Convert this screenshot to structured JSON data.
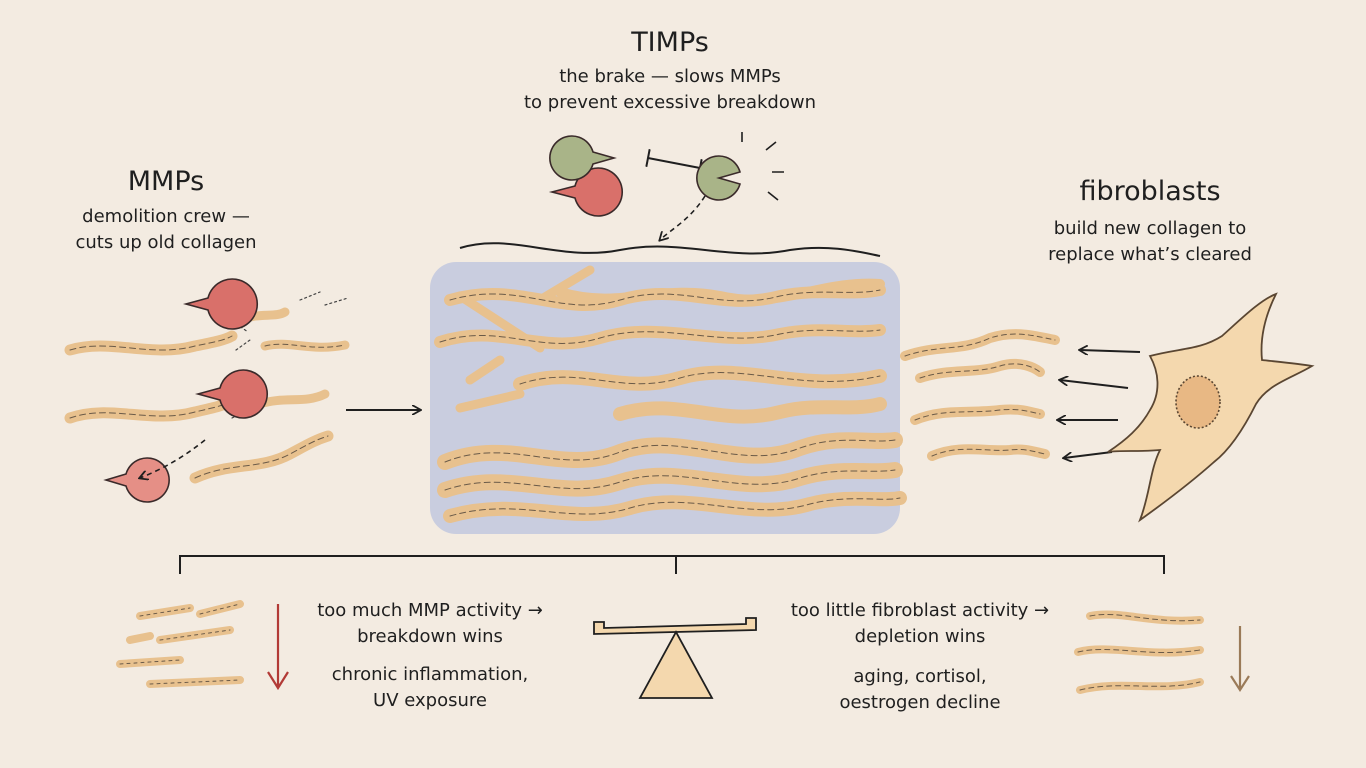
{
  "mmps": {
    "title": "MMPs",
    "line1": "demolition crew —",
    "line2": "cuts up old collagen"
  },
  "timps": {
    "title": "TIMPs",
    "line1": "the brake — slows MMPs",
    "line2": "to prevent excessive breakdown"
  },
  "fibroblasts": {
    "title": "fibroblasts",
    "line1": "build new collagen to",
    "line2": "replace what’s cleared"
  },
  "imbalance_left": {
    "line1": "too much MMP activity →",
    "line2": "breakdown wins",
    "cause1": "chronic inflammation,",
    "cause2": "UV exposure"
  },
  "imbalance_right": {
    "line1": "too little fibroblast activity →",
    "line2": "depletion wins",
    "cause1": "aging, cortisol,",
    "cause2": "oestrogen decline"
  },
  "colors": {
    "background": "#f3ebe1",
    "mmp_enzyme": "#d9706a",
    "timp_enzyme": "#a9b488",
    "collagen": "#e8c18e",
    "matrix_blue": "#b7c1de",
    "down_arrow_red": "#b23a36",
    "down_arrow_brown": "#9a7a58"
  }
}
